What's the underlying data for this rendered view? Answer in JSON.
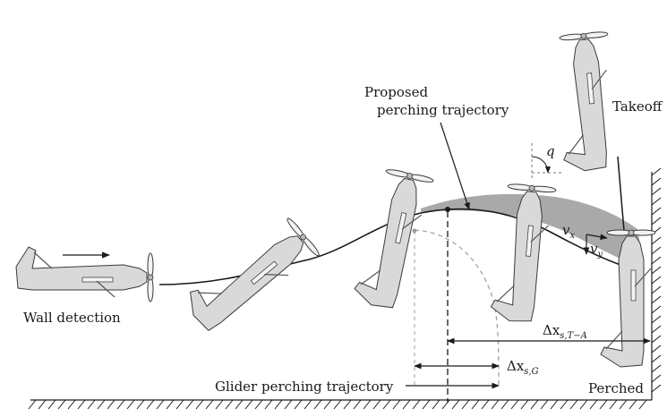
{
  "labels": {
    "wall_detection": "Wall detection",
    "proposed_line1": "Proposed",
    "proposed_line2": "perching trajectory",
    "takeoff": "Takeoff",
    "perched": "Perched",
    "glider": "Glider perching trajectory",
    "q": "q",
    "vx": "v",
    "vx_sub": "x",
    "vy": "v",
    "vy_sub": "y",
    "dx_ta": "Δx",
    "dx_ta_sub": "s,T−A",
    "dx_g": "Δx",
    "dx_g_sub": "s,G"
  },
  "colors": {
    "ink": "#1a1a1a",
    "plane_fill": "#d9d9d9",
    "band_fill": "#9a9a9a",
    "dashed_arc": "#9e9e9e"
  }
}
